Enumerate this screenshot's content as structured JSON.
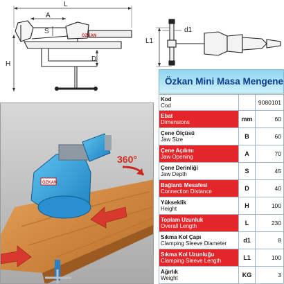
{
  "drawing_side": {
    "label_L": "L",
    "label_A": "A",
    "label_S": "S",
    "label_D": "D",
    "label_H": "H",
    "brand_text": "ÖZKAN"
  },
  "drawing_top": {
    "label_d1": "d1",
    "label_L1": "L1"
  },
  "photo": {
    "rotation_label": "360°",
    "brand_text": "ÖZKAN"
  },
  "spec": {
    "title": "Özkan Mini Masa Mengenesi",
    "rows": [
      {
        "tr": "Kod",
        "en": "Cod",
        "unit": "",
        "value": "9080101",
        "style": "white"
      },
      {
        "tr": "Ebat",
        "en": "Dimensions",
        "unit": "mm",
        "value": "60",
        "style": "red"
      },
      {
        "tr": "Çene Ölçüsü",
        "en": "Jaw Size",
        "unit": "B",
        "value": "60",
        "style": "white"
      },
      {
        "tr": "Çene Açılımı",
        "en": "Jaw Opening",
        "unit": "A",
        "value": "70",
        "style": "red"
      },
      {
        "tr": "Çene Derinliği",
        "en": "Jaw Depth",
        "unit": "S",
        "value": "45",
        "style": "white"
      },
      {
        "tr": "Bağlantı Mesafesi",
        "en": "Connection Distance",
        "unit": "D",
        "value": "40",
        "style": "red"
      },
      {
        "tr": "Yükseklik",
        "en": "Height",
        "unit": "H",
        "value": "100",
        "style": "white"
      },
      {
        "tr": "Toplam Uzunluk",
        "en": "Overall Length",
        "unit": "L",
        "value": "230",
        "style": "red"
      },
      {
        "tr": "Sıkma Kol Çapı",
        "en": "Clamping Sleeve Diameter",
        "unit": "d1",
        "value": "8",
        "style": "white"
      },
      {
        "tr": "Sıkma Kol Uzunluğu",
        "en": "Clamping Sleeve Length",
        "unit": "L1",
        "value": "100",
        "style": "red"
      },
      {
        "tr": "Ağırlık",
        "en": "Weight",
        "unit": "KG",
        "value": "3",
        "style": "white"
      }
    ]
  }
}
